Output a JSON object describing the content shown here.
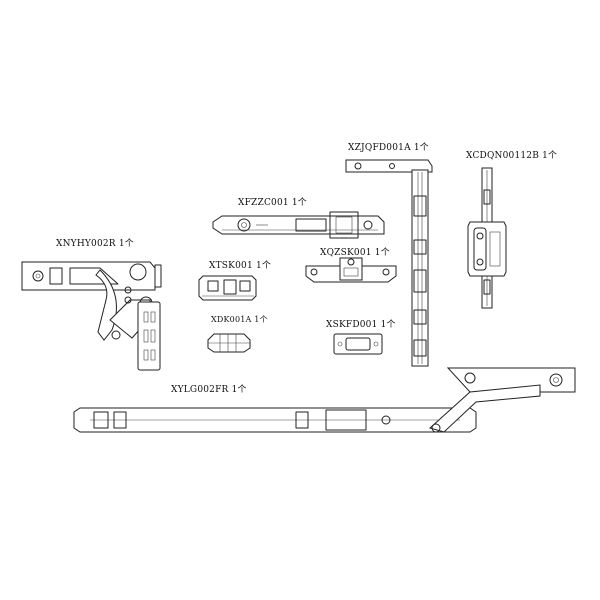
{
  "diagram": {
    "parts": [
      {
        "id": "corner-hinge",
        "label": "XNYHY002R 1个"
      },
      {
        "id": "handle-gear",
        "label": "XFZZC001 1个"
      },
      {
        "id": "top-keeper",
        "label": "XTSK001 1个"
      },
      {
        "id": "lock-keeper",
        "label": "XQZSK001 1个"
      },
      {
        "id": "drive-rod-a",
        "label": "XZJQFD001A 1个"
      },
      {
        "id": "center-lock",
        "label": "XCDQN00112B 1个"
      },
      {
        "id": "roller-cam",
        "label": "XDK001A 1个"
      },
      {
        "id": "stop-block",
        "label": "XSKFD001 1个"
      },
      {
        "id": "stay-arm",
        "label": "XYLG002FR 1个"
      }
    ]
  }
}
